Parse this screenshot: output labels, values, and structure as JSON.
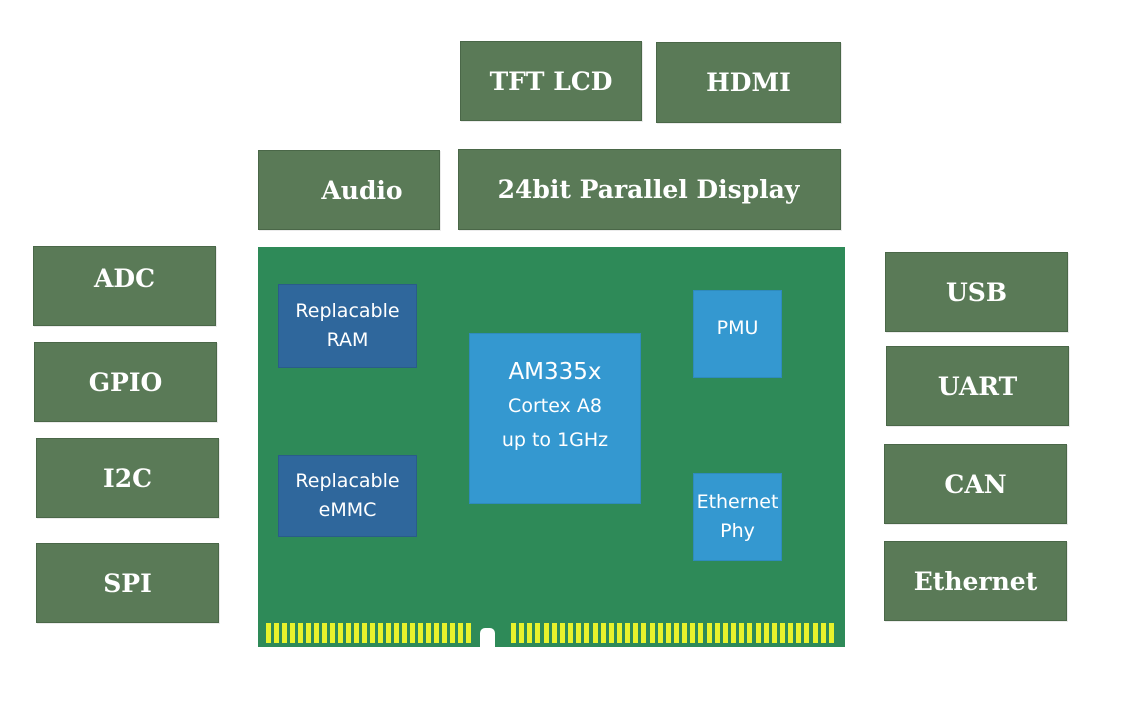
{
  "top_blocks": {
    "tft_lcd": "TFT LCD",
    "hdmi": "HDMI",
    "audio": "Audio",
    "parallel_display": "24bit Parallel Display"
  },
  "left_blocks": [
    "ADC",
    "GPIO",
    "I2C",
    "SPI"
  ],
  "right_blocks": [
    "USB",
    "UART",
    "CAN",
    "Ethernet"
  ],
  "board": {
    "ram": [
      "Replacable",
      "RAM"
    ],
    "emmc": [
      "Replacable",
      "eMMC"
    ],
    "cpu": [
      "AM335x",
      "Cortex A8",
      "up to 1GHz"
    ],
    "pmu": "PMU",
    "ethernet_phy": [
      "Ethernet",
      "Phy"
    ]
  },
  "colors": {
    "block": "#5a7a57",
    "board": "#2e8a58",
    "chip_dark": "#2f679c",
    "chip_light": "#3498d0",
    "pins": "#e8f22c"
  }
}
